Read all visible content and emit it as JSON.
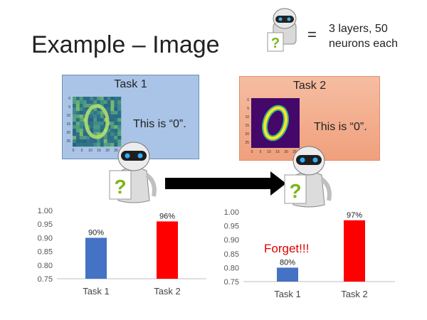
{
  "slide": {
    "title": "Example – Image",
    "legend": {
      "equals": "=",
      "line1": "3 layers, 50",
      "line2": "neurons each"
    }
  },
  "tasks": [
    {
      "title": "Task 1",
      "caption": "This is “0”."
    },
    {
      "title": "Task 2",
      "caption": "This is “0”."
    }
  ],
  "robot": {
    "badge_symbol": "?"
  },
  "mnist_ticks": {
    "y": [
      "0",
      "5",
      "10",
      "15",
      "20",
      "25"
    ],
    "x": [
      "0",
      "5",
      "10",
      "15",
      "20",
      "25"
    ]
  },
  "annotation": {
    "forget": "Forget!!!"
  },
  "colors": {
    "task1_bar": "#4472c4",
    "task2_bar": "#ff0000",
    "forget_text": "#e00000"
  },
  "chart_data": [
    {
      "type": "bar",
      "categories": [
        "Task 1",
        "Task 2"
      ],
      "values": [
        0.9,
        0.96
      ],
      "labels": [
        "90%",
        "96%"
      ],
      "ylim": [
        0.75,
        1.0
      ],
      "yticks": [
        "0.75",
        "0.80",
        "0.85",
        "0.90",
        "0.95",
        "1.00"
      ],
      "grid": false
    },
    {
      "type": "bar",
      "categories": [
        "Task 1",
        "Task 2"
      ],
      "values": [
        0.8,
        0.97
      ],
      "labels": [
        "80%",
        "97%"
      ],
      "ylim": [
        0.75,
        1.0
      ],
      "yticks": [
        "0.75",
        "0.80",
        "0.85",
        "0.90",
        "0.95",
        "1.00"
      ],
      "grid": false
    }
  ]
}
